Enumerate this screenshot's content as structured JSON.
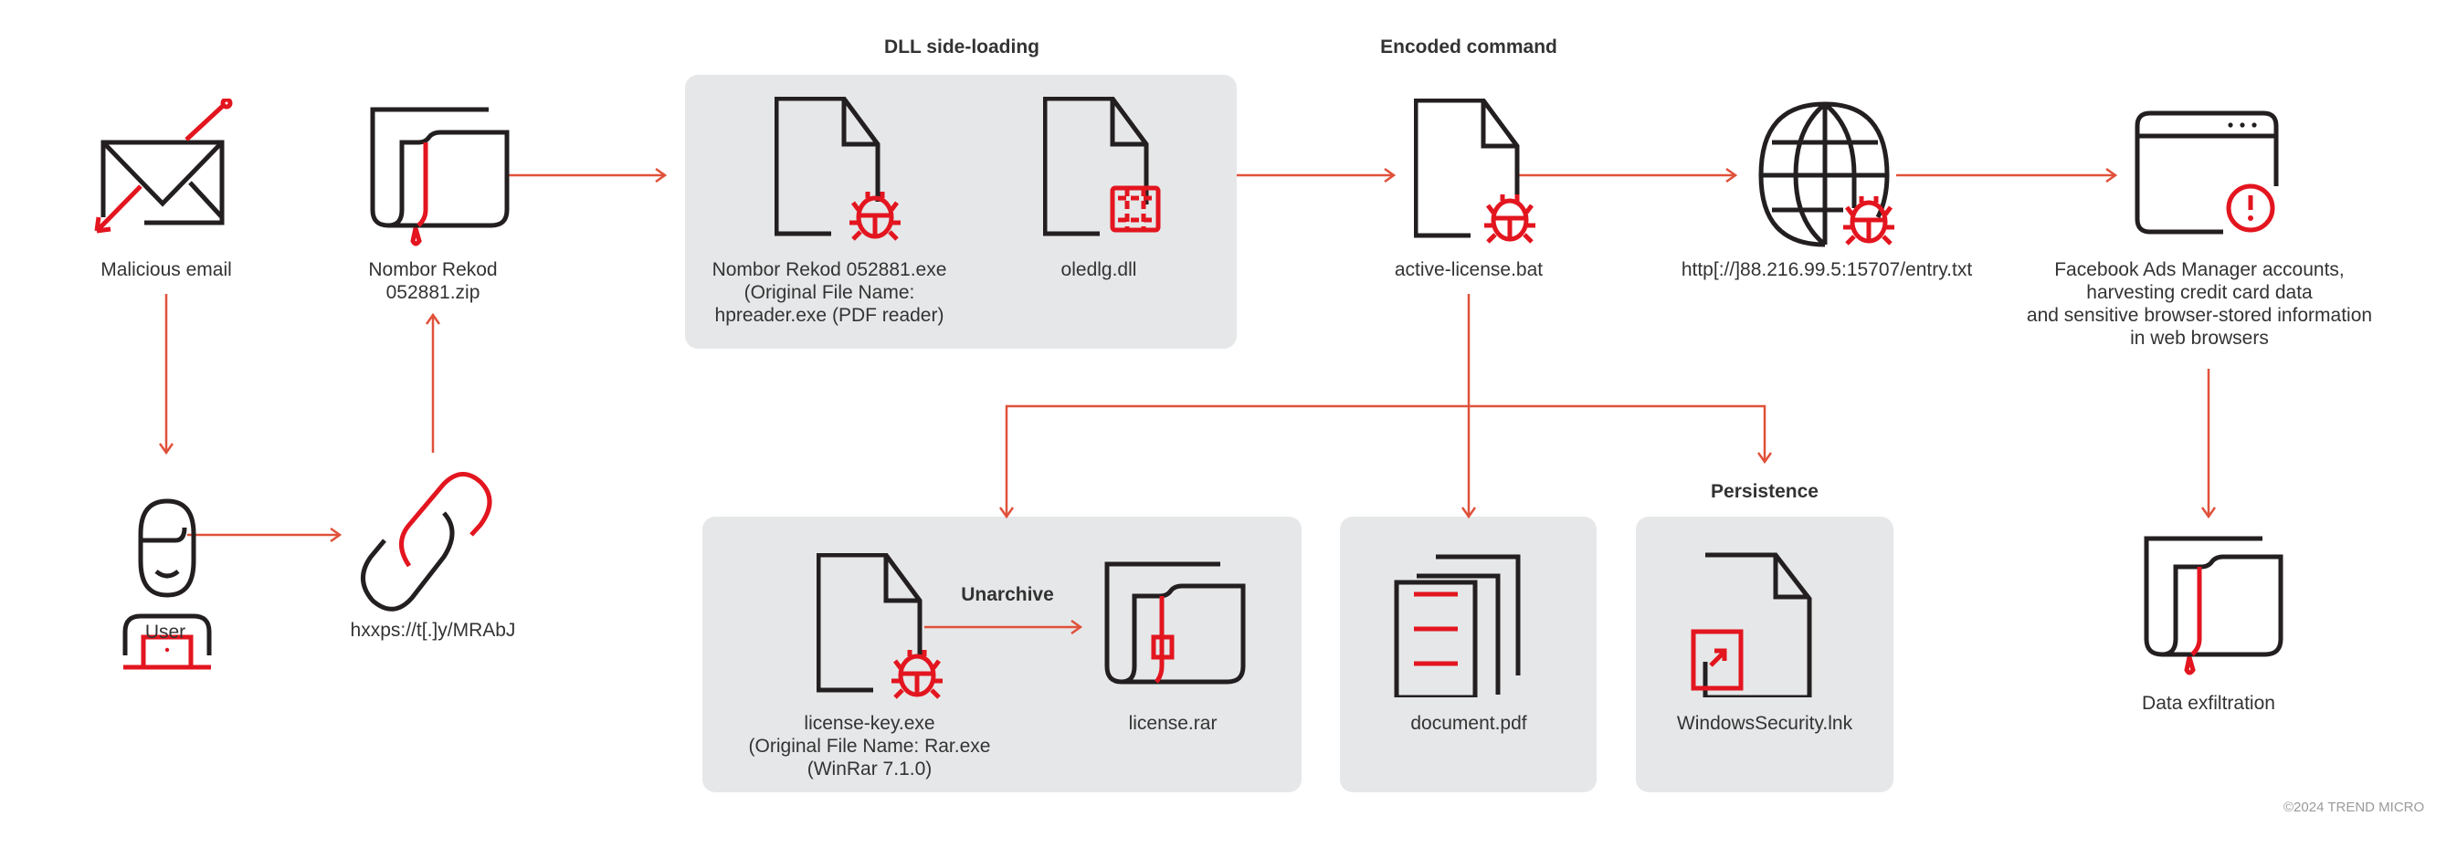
{
  "colors": {
    "accent": "#e3151f",
    "connector": "#e0513a",
    "stroke": "#231f20",
    "panel": "#e6e7e8",
    "text": "#333333",
    "muted": "#9a9a9a"
  },
  "groups": {
    "dll_sideloading": "DLL side-loading",
    "encoded_command": "Encoded command",
    "persistence": "Persistence",
    "unarchive": "Unarchive"
  },
  "nodes": {
    "malicious_email": {
      "icon": "envelope-hook-icon",
      "label": [
        "Malicious email"
      ]
    },
    "zip": {
      "icon": "folder-leak-icon",
      "label": [
        "Nombor Rekod",
        "052881.zip"
      ]
    },
    "user": {
      "icon": "user-laptop-icon",
      "label": [
        "User"
      ]
    },
    "link": {
      "icon": "chain-link-icon",
      "label": [
        "hxxps://t[.]y/MRAbJ"
      ]
    },
    "exe": {
      "icon": "file-bug-icon",
      "label": [
        "Nombor Rekod 052881.exe",
        "(Original File Name:",
        "hpreader.exe (PDF reader)"
      ]
    },
    "dll": {
      "icon": "file-dll-icon",
      "label": [
        "oledlg.dll"
      ]
    },
    "bat": {
      "icon": "file-bug-icon",
      "label": [
        "active-license.bat"
      ]
    },
    "url": {
      "icon": "globe-bug-icon",
      "label": [
        "http[://]88.216.99.5:15707/entry.txt"
      ]
    },
    "browser": {
      "icon": "browser-alert-icon",
      "label": [
        "Facebook Ads Manager accounts,",
        "harvesting credit card data",
        "and sensitive browser-stored information",
        "in web browsers"
      ]
    },
    "exfil": {
      "icon": "folder-leak-icon",
      "label": [
        "Data exfiltration"
      ]
    },
    "license_key": {
      "icon": "file-bug-icon",
      "label": [
        "license-key.exe",
        "(Original File Name: Rar.exe",
        "(WinRar 7.1.0)"
      ]
    },
    "rar": {
      "icon": "archive-folder-icon",
      "label": [
        "license.rar"
      ]
    },
    "pdf": {
      "icon": "document-stack-icon",
      "label": [
        "document.pdf"
      ]
    },
    "lnk": {
      "icon": "file-shortcut-icon",
      "label": [
        "WindowsSecurity.lnk"
      ]
    }
  },
  "footer": {
    "copyright": "©2024 TREND MICRO"
  }
}
